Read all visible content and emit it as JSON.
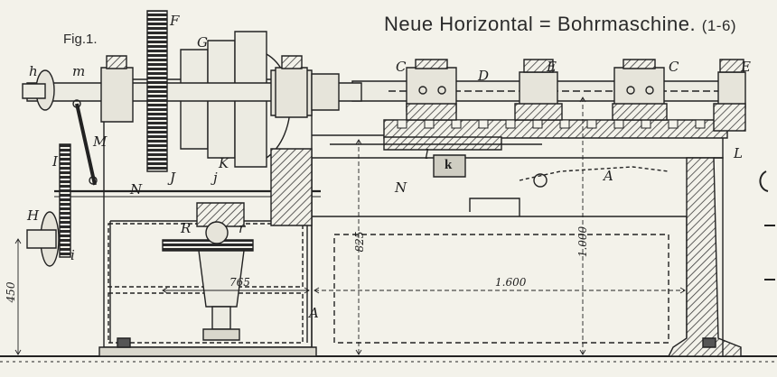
{
  "title": "Neue Horizontal = Bohrmaschine.",
  "title_ref": "(1-6)",
  "figure_label": "Fig.1.",
  "part_labels": {
    "F": "F",
    "G": "G",
    "h": "h",
    "m": "m",
    "M": "M",
    "I": "I",
    "H": "H",
    "i": "i",
    "N": "N",
    "N2": "N",
    "J": "J",
    "j": "j",
    "K": "K",
    "k": "k",
    "l": "l",
    "C1": "C",
    "C2": "C",
    "D": "D",
    "E1": "E",
    "E2": "E",
    "A1": "A",
    "A2": "A",
    "L": "L",
    "R": "R",
    "r": "r"
  },
  "dimensions": {
    "height_450": "450",
    "length_765": "765",
    "height_825": "825",
    "length_1600": "1.600",
    "height_1000": "1.000"
  }
}
